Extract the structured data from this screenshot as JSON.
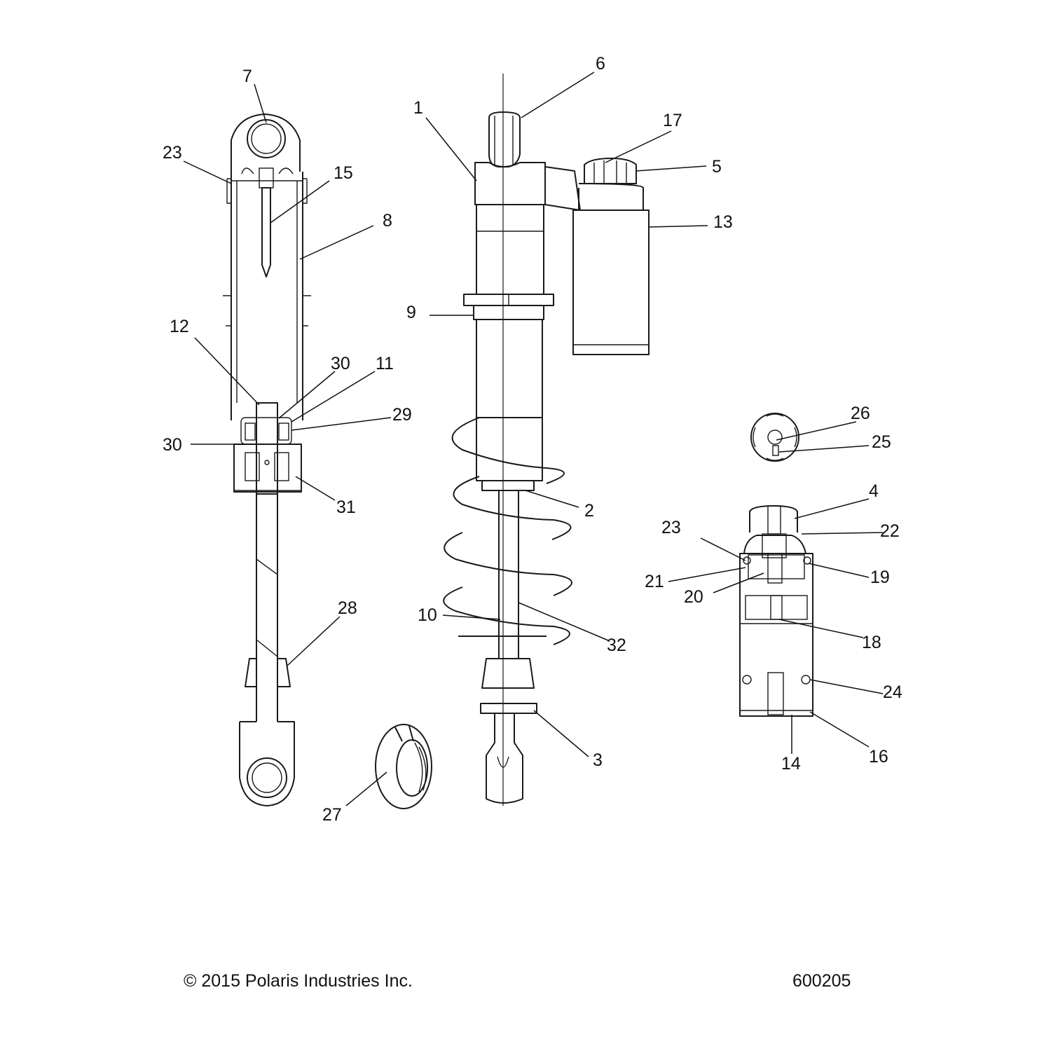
{
  "footer": {
    "copyright": "© 2015 Polaris Industries Inc.",
    "figure_number": "600205"
  },
  "callouts": {
    "c1": "1",
    "c2": "2",
    "c3": "3",
    "c4": "4",
    "c5": "5",
    "c6": "6",
    "c7": "7",
    "c8": "8",
    "c9": "9",
    "c10": "10",
    "c11": "11",
    "c12": "12",
    "c13": "13",
    "c14": "14",
    "c15": "15",
    "c16": "16",
    "c17": "17",
    "c18": "18",
    "c19": "19",
    "c20": "20",
    "c21": "21",
    "c22": "22",
    "c23_left": "23",
    "c23_right": "23",
    "c24": "24",
    "c25": "25",
    "c26": "26",
    "c27": "27",
    "c28": "28",
    "c29": "29",
    "c30_upper": "30",
    "c30_lower": "30",
    "c31": "31",
    "c32": "32"
  }
}
